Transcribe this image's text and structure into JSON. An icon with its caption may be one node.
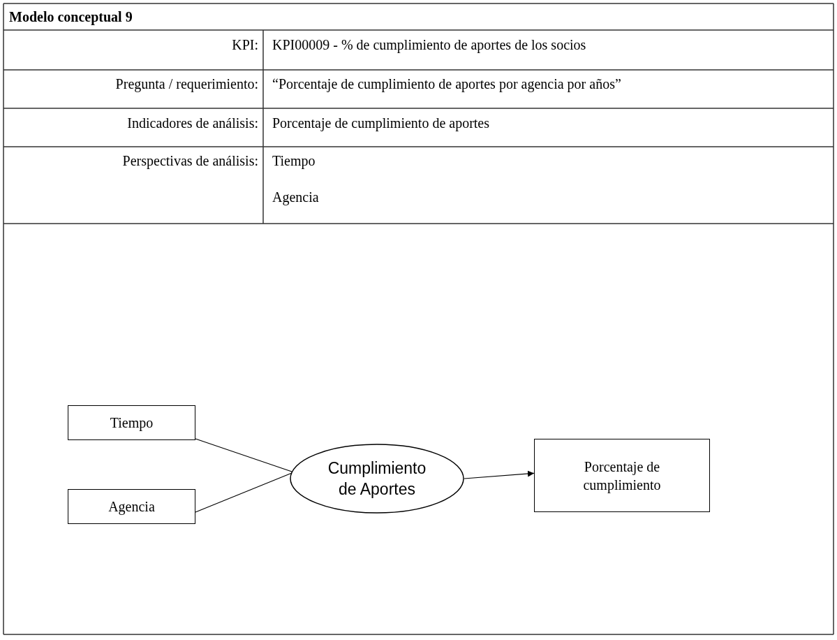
{
  "diagram": {
    "title": "Modelo conceptual 9",
    "nodes": [
      {
        "text": [
          "Tiempo"
        ]
      },
      {
        "text": [
          "Agencia"
        ]
      },
      {
        "text": [
          "Cumplimiento de Aportes"
        ]
      },
      {
        "text": [
          "Porcentaje de cumplimiento"
        ]
      }
    ],
    "edges": [
      {
        "from": 0,
        "to": 2,
        "arrow": "none"
      },
      {
        "from": 1,
        "to": 2,
        "arrow": "none"
      },
      {
        "from": 2,
        "to": 3,
        "arrow": "to"
      }
    ],
    "labels": [
      "KPI:",
      "KPI00009 - % de cumplimiento de aportes de los socios",
      "Pregunta / requerimiento:",
      "“Porcentaje de cumplimiento de aportes por agencia por años”",
      "Indicadores de análisis:",
      "Porcentaje de cumplimiento de aportes",
      "Perspectivas de análisis:",
      "Tiempo",
      "Agencia"
    ]
  }
}
